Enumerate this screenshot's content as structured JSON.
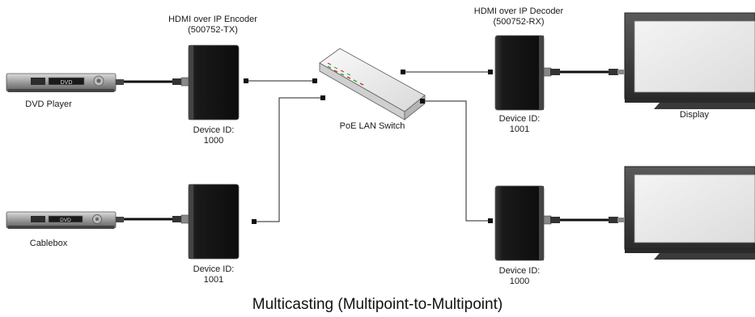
{
  "encoder": {
    "title_line1": "HDMI over IP Encoder",
    "title_line2": "(500752-TX)",
    "top_id_label": "Device ID:",
    "top_id_value": "1000",
    "bottom_id_label": "Device ID:",
    "bottom_id_value": "1001"
  },
  "decoder": {
    "title_line1": "HDMI over IP Decoder",
    "title_line2": "(500752-RX)",
    "top_id_label": "Device ID:",
    "top_id_value": "1001",
    "bottom_id_label": "Device ID:",
    "bottom_id_value": "1000"
  },
  "sources": {
    "dvd_label": "DVD Player",
    "dvd_display_text": "DVD",
    "cablebox_label": "Cablebox",
    "cablebox_display_text": "DVD"
  },
  "switch": {
    "label": "PoE LAN Switch"
  },
  "display": {
    "label": "Display"
  },
  "caption": "Multicasting (Multipoint-to-Multipoint)",
  "colors": {
    "device_body": "#1a1a1a",
    "device_edge": "#555555",
    "cable": "#111111",
    "network_line": "#222222",
    "screen": "#e9e9e9",
    "monitor_frame": "#3b3b3b"
  }
}
